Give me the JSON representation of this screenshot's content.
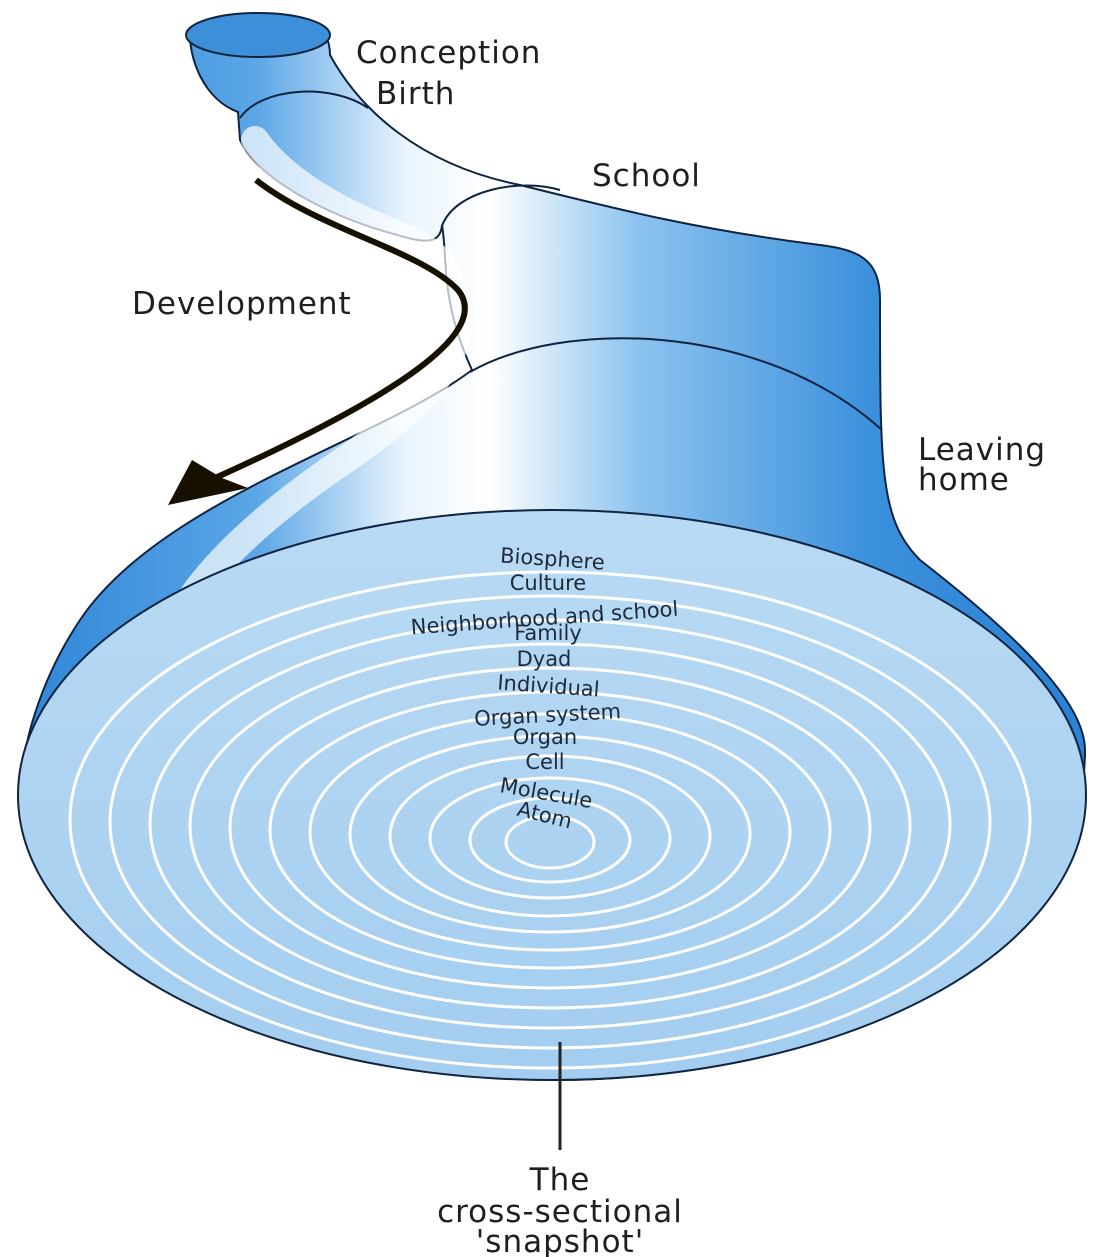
{
  "stage_labels": {
    "conception": "Conception",
    "birth": "Birth",
    "school": "School",
    "leaving_line1": "Leaving",
    "leaving_line2": "home"
  },
  "arrow_label": "Development",
  "levels": [
    "Biosphere",
    "Culture",
    "Neighborhood and school",
    "Family",
    "Dyad",
    "Individual",
    "Organ system",
    "Organ",
    "Cell",
    "Molecule",
    "Atom"
  ],
  "caption": {
    "line1": "The",
    "line2": "cross-sectional",
    "line3": "'snapshot'"
  },
  "colors": {
    "shape_blue": "#2f86d8",
    "highlight": "#ffffff",
    "disk": "#a9d0f1",
    "rings": "#ffffff",
    "arrow": "#161000"
  }
}
